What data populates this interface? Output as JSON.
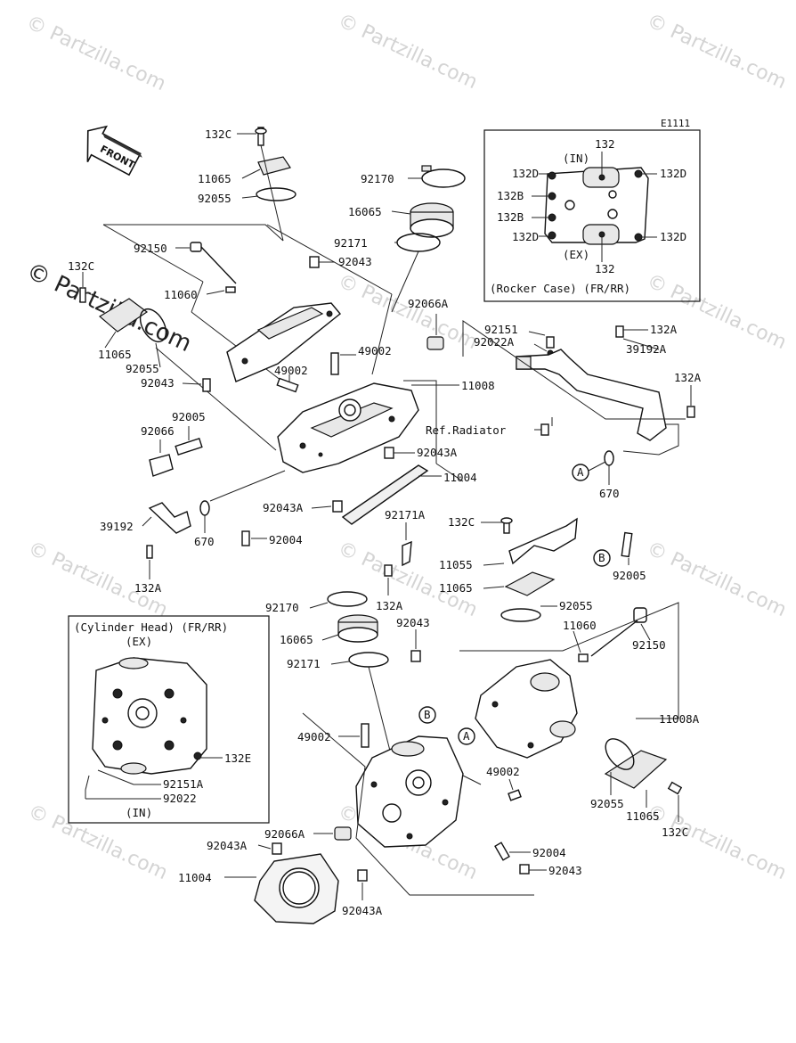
{
  "diagram_id": "E1111",
  "front_label": "FRONT",
  "watermark": "© Partzilla.com",
  "big_watermark": "© Partzilla.com",
  "ref_radiator": "Ref.Radiator",
  "inset_rocker": {
    "caption": "(Rocker Case) (FR/RR)",
    "top_label": "132",
    "in_label": "(IN)",
    "ex_label": "(EX)",
    "bottom_label": "132"
  },
  "inset_head": {
    "caption": "(Cylinder Head) (FR/RR)",
    "ex_label": "(EX)",
    "in_label": "(IN)"
  },
  "callout_a": "A",
  "callout_b": "B",
  "parts": {
    "p132C": "132C",
    "p132A": "132A",
    "p132B": "132B",
    "p132D": "132D",
    "p132E": "132E",
    "p11065": "11065",
    "p92055": "92055",
    "p92150": "92150",
    "p11060": "11060",
    "p92043": "92043",
    "p92043A": "92043A",
    "p92170": "92170",
    "p16065": "16065",
    "p92171": "92171",
    "p92171A": "92171A",
    "p92066A": "92066A",
    "p49002": "49002",
    "p11008": "11008",
    "p11008A": "11008A",
    "p92005": "92005",
    "p92066": "92066",
    "p11004": "11004",
    "p39192": "39192",
    "p39192A": "39192A",
    "p670": "670",
    "p92004": "92004",
    "p92151": "92151",
    "p92151A": "92151A",
    "p92022A": "92022A",
    "p92022": "92022",
    "p11055": "11055"
  }
}
